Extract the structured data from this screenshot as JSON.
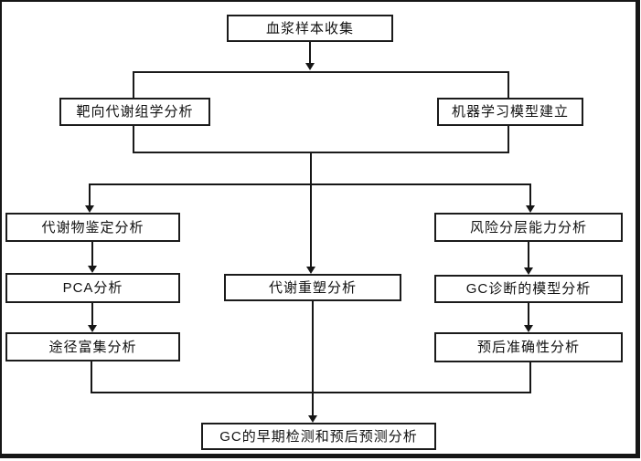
{
  "diagram": {
    "type": "flowchart",
    "nodes": {
      "plasma": "血浆样本收集",
      "targeted_metabolomics": "靶向代谢组学分析",
      "ml_model": "机器学习模型建立",
      "metabolite_identification": "代谢物鉴定分析",
      "pca": "PCA分析",
      "pathway_enrichment": "途径富集分析",
      "metabolic_remodeling": "代谢重塑分析",
      "risk_stratification": "风险分层能力分析",
      "gc_diagnostic_model": "GC诊断的模型分析",
      "prognostic_accuracy": "预后准确性分析",
      "final_outcome": "GC的早期检测和预后预测分析"
    },
    "edges": [
      {
        "from": "plasma",
        "to": "hub"
      },
      {
        "hub_contains": [
          "targeted_metabolomics",
          "ml_model"
        ]
      },
      {
        "from": "hub",
        "to": "metabolite_identification"
      },
      {
        "from": "hub",
        "to": "metabolic_remodeling"
      },
      {
        "from": "hub",
        "to": "risk_stratification"
      },
      {
        "from": "metabolite_identification",
        "to": "pca"
      },
      {
        "from": "pca",
        "to": "pathway_enrichment"
      },
      {
        "from": "risk_stratification",
        "to": "gc_diagnostic_model"
      },
      {
        "from": "gc_diagnostic_model",
        "to": "prognostic_accuracy"
      },
      {
        "from": "pathway_enrichment",
        "to": "final_outcome"
      },
      {
        "from": "metabolic_remodeling",
        "to": "final_outcome"
      },
      {
        "from": "prognostic_accuracy",
        "to": "final_outcome"
      }
    ],
    "colors": {
      "line": "#161616",
      "box_border": "#1b1b1b",
      "box_fill": "#ffffff",
      "background": "#ffffff"
    }
  }
}
